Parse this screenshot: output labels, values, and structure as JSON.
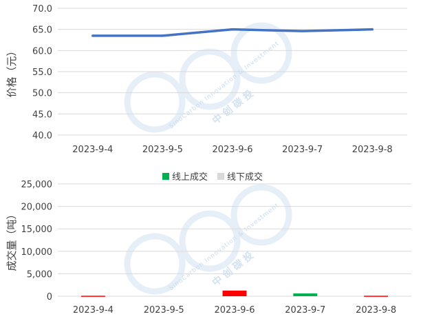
{
  "watermark": {
    "brand": "SinoCarbon Innovation & Investment",
    "chinese": "中 创 碳 投"
  },
  "chart_data": [
    {
      "type": "line",
      "ylabel": "价格（元）",
      "categories": [
        "2023-9-4",
        "2023-9-5",
        "2023-9-6",
        "2023-9-7",
        "2023-9-8"
      ],
      "series": [
        {
          "values": [
            63.5,
            63.5,
            65.0,
            64.6,
            65.0
          ],
          "color": "#4472c4"
        }
      ],
      "ylim": [
        40.0,
        70.0
      ],
      "yticks": [
        "70.0",
        "65.0",
        "60.0",
        "55.0",
        "50.0",
        "45.0",
        "40.0"
      ],
      "grid": true
    },
    {
      "type": "bar",
      "ylabel": "成交量（吨）",
      "categories": [
        "2023-9-4",
        "2023-9-5",
        "2023-9-6",
        "2023-9-7",
        "2023-9-8"
      ],
      "legend": {
        "position": "top-center"
      },
      "series": [
        {
          "name": "线上成交",
          "values": [
            0,
            0,
            0,
            620,
            0
          ],
          "color": "#00b050"
        },
        {
          "name": "线下成交",
          "values": [
            0,
            0,
            0,
            0,
            0
          ],
          "color": "#d9d9d9"
        },
        {
          "values": [
            100,
            0,
            1250,
            0,
            100
          ],
          "color": "#ff0000"
        }
      ],
      "ylim": [
        0,
        25000
      ],
      "yticks": [
        "25,000",
        "20,000",
        "15,000",
        "10,000",
        "5,000",
        "0"
      ],
      "grid": true
    }
  ]
}
